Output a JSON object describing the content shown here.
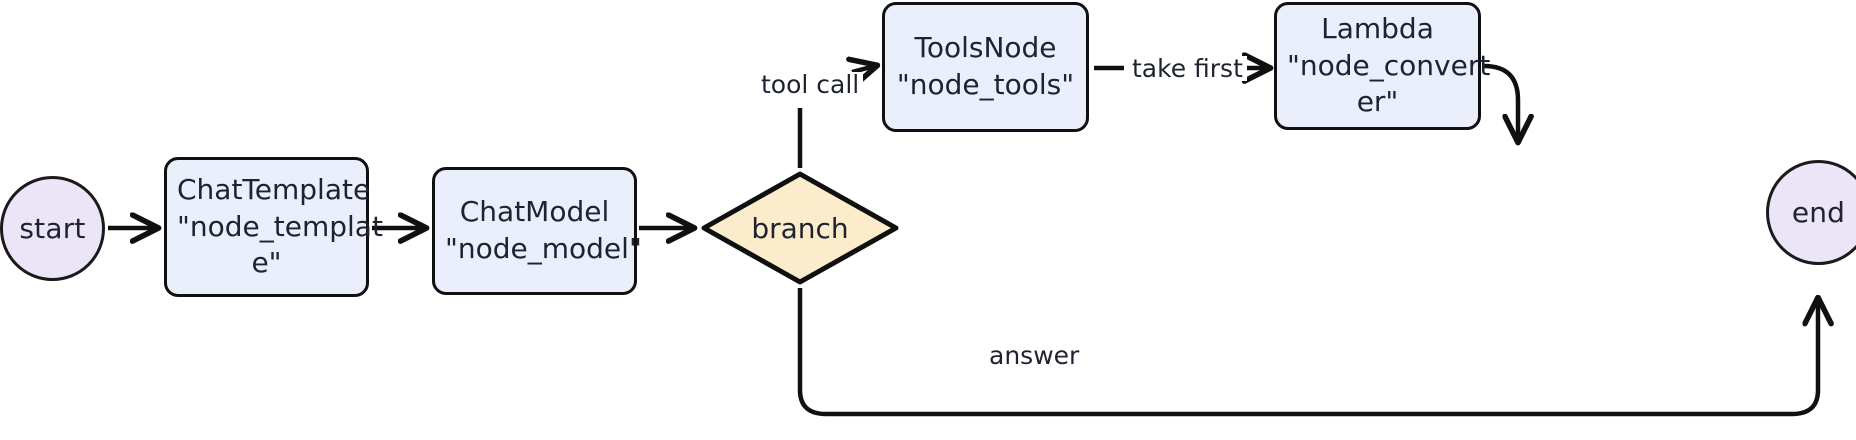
{
  "diagram": {
    "type": "flowchart",
    "title": "",
    "orientation": "left-to-right",
    "colors": {
      "terminal_fill": "#ece5f7",
      "process_fill": "#eaeffb",
      "decision_fill": "#fbeccb",
      "stroke": "#101010",
      "text": "#1f2330",
      "background": "#ffffff"
    },
    "nodes": [
      {
        "id": "start",
        "shape": "circle",
        "label": "start"
      },
      {
        "id": "node_template",
        "shape": "rounded-rect",
        "label": "ChatTemplate\n\"node_templat\ne\""
      },
      {
        "id": "node_model",
        "shape": "rounded-rect",
        "label": "ChatModel\n\"node_model\""
      },
      {
        "id": "branch",
        "shape": "diamond",
        "label": "branch"
      },
      {
        "id": "node_tools",
        "shape": "rounded-rect",
        "label": "ToolsNode\n\"node_tools\""
      },
      {
        "id": "node_converter",
        "shape": "rounded-rect",
        "label": "Lambda\n\"node_convert\ner\""
      },
      {
        "id": "end",
        "shape": "circle",
        "label": "end"
      }
    ],
    "edges": [
      {
        "from": "start",
        "to": "node_template",
        "label": ""
      },
      {
        "from": "node_template",
        "to": "node_model",
        "label": ""
      },
      {
        "from": "node_model",
        "to": "branch",
        "label": ""
      },
      {
        "from": "branch",
        "to": "node_tools",
        "label": "tool call"
      },
      {
        "from": "node_tools",
        "to": "node_converter",
        "label": "take first"
      },
      {
        "from": "node_converter",
        "to": "end",
        "label": ""
      },
      {
        "from": "branch",
        "to": "end",
        "label": "answer"
      }
    ]
  }
}
